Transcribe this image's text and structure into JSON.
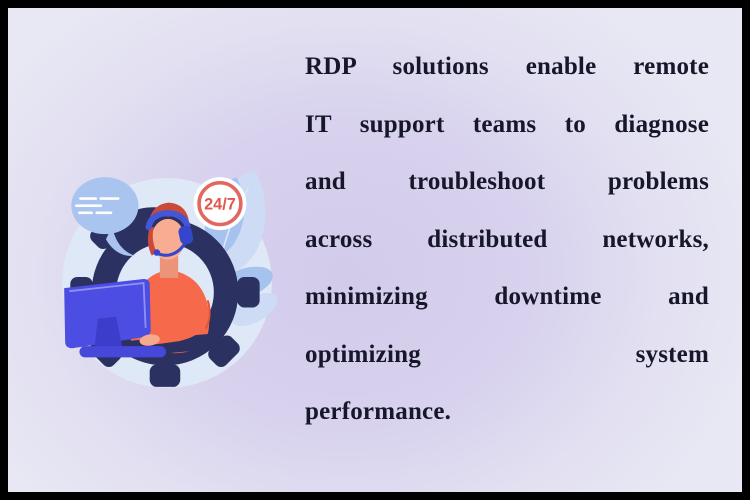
{
  "frame": {
    "border_color": "#000000"
  },
  "background": {
    "center_color": "#d2cbea",
    "edge_color": "#e8e8f4"
  },
  "illustration": {
    "badge_label": "24/7",
    "colors": {
      "circle_bg": "#dfe8f6",
      "gear_navy": "#2b3261",
      "monitor_blue": "#4b4de3",
      "monitor_highlight": "#8f90f4",
      "stand_blue": "#3c3ecb",
      "shirt_coral": "#f7694b",
      "skin": "#f8ad92",
      "hair_auburn": "#cb4937",
      "headset_blue": "#3346cc",
      "bubble_blue": "#a9c4ef",
      "leaf_blue": "#a6c3ef",
      "leaf_pale": "#cddcf4",
      "badge_ring": "#e0685f",
      "badge_text": "#e0584e"
    }
  },
  "paragraph": {
    "text_color": "#17172b",
    "lines": [
      "RDP solutions enable remote",
      "IT support teams to diagnose",
      "and troubleshoot problems",
      "across distributed networks,",
      "minimizing downtime and",
      "optimizing system",
      "performance."
    ]
  }
}
